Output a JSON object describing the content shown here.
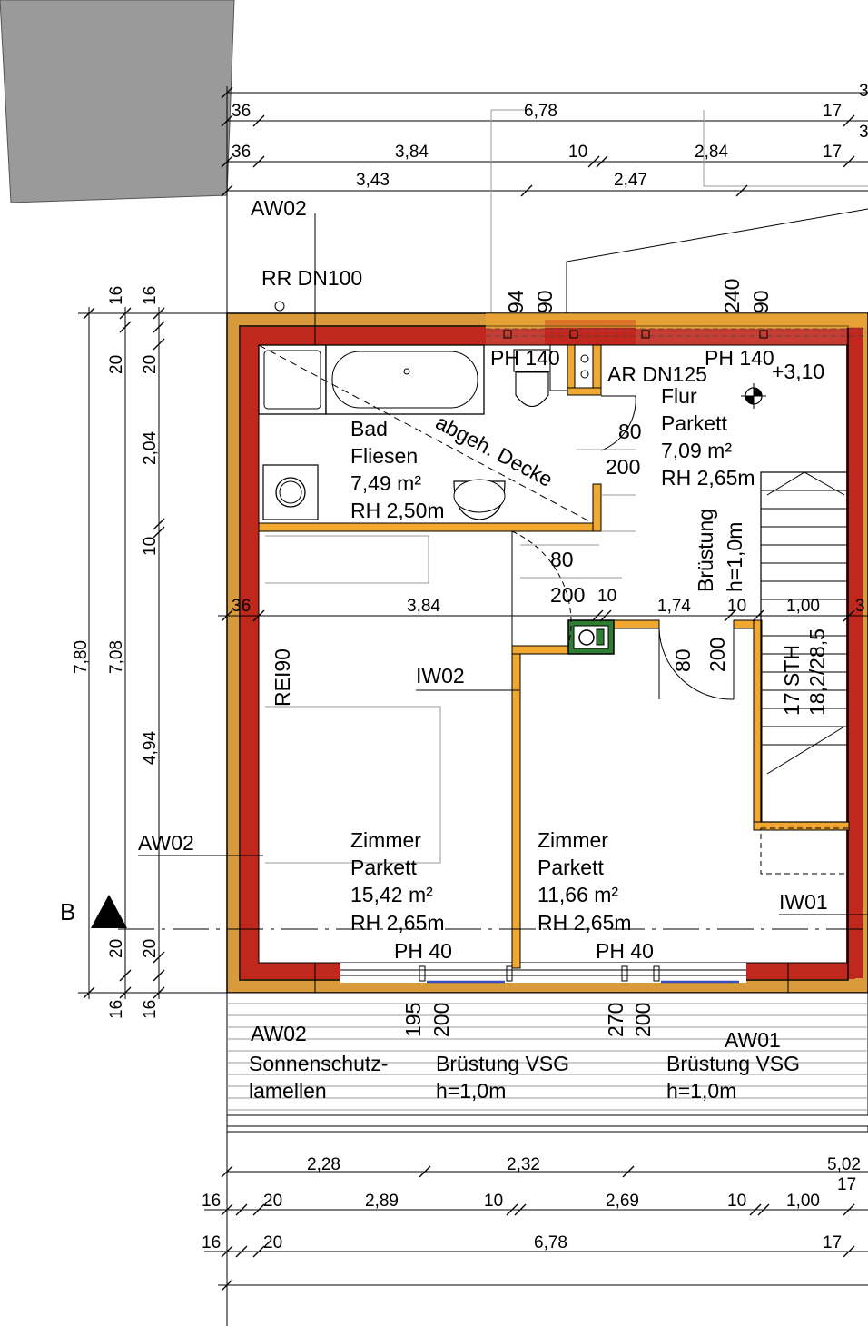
{
  "rooms": {
    "bad": {
      "name": "Bad",
      "floor": "Fliesen",
      "area": "7,49 m²",
      "height": "RH 2,50m"
    },
    "flur": {
      "name": "Flur",
      "floor": "Parkett",
      "area": "7,09 m²",
      "height": "RH 2,65m"
    },
    "zimmer1": {
      "name": "Zimmer",
      "floor": "Parkett",
      "area": "15,42 m²",
      "height": "RH 2,65m"
    },
    "zimmer2": {
      "name": "Zimmer",
      "floor": "Parkett",
      "area": "11,66 m²",
      "height": "RH 2,65m"
    }
  },
  "labels": {
    "aw02_top": "AW02",
    "rr_dn100": "RR DN100",
    "ph140_a": "PH 140",
    "ph140_b": "PH 140",
    "ar_dn125": "AR DN125",
    "level": "+3,10",
    "abgeh_decke": "abgeh. Decke",
    "door1_w": "80",
    "door1_h": "200",
    "door2_w": "80",
    "door2_h": "200",
    "door3_w": "80",
    "door3_h": "200",
    "bruestung": "Brüstung",
    "bruestung_h": "h=1,0m",
    "iw02": "IW02",
    "rei90": "REI90",
    "stair_count": "17 STH",
    "stair_ratio": "18,2/28,5",
    "aw02_left": "AW02",
    "section_b": "B",
    "iw01": "IW01",
    "ph40_a": "PH 40",
    "ph40_b": "PH 40",
    "aw02_bottom": "AW02",
    "aw01": "AW01",
    "sonnenschutz_1": "Sonnenschutz-",
    "sonnenschutz_2": "lamellen",
    "bruestung_vsg_1": "Brüstung VSG",
    "bruestung_vsg_1_h": "h=1,0m",
    "bruestung_vsg_2": "Brüstung VSG",
    "bruestung_vsg_2_h": "h=1,0m",
    "win_195": "195",
    "win_200a": "200",
    "win_270": "270",
    "win_200b": "200",
    "opening_94": "94",
    "opening_90a": "90",
    "opening_240": "240",
    "opening_90b": "90"
  },
  "dimensions": {
    "top_row1": [
      "36",
      "6,78",
      "17",
      "3"
    ],
    "top_row2": [
      "36",
      "3,84",
      "10",
      "2,84",
      "17",
      "3"
    ],
    "top_row3": [
      "3,43",
      "2,47"
    ],
    "mid_row": [
      "36",
      "3,84",
      "10",
      "1,74",
      "10",
      "1,00",
      "3"
    ],
    "bottom_row1": [
      "2,28",
      "2,32",
      "5,02"
    ],
    "bottom_row2": [
      "16",
      "20",
      "2,89",
      "10",
      "2,69",
      "10",
      "1,00",
      "17"
    ],
    "bottom_row3": [
      "16",
      "20",
      "6,78",
      "17"
    ],
    "left_outer": [
      "7,80"
    ],
    "left_mid": [
      "16",
      "20",
      "7,08",
      "20",
      "16"
    ],
    "left_inner": [
      "16",
      "20",
      "2,04",
      "10",
      "4,94",
      "20",
      "16"
    ]
  },
  "colors": {
    "wall_red": "#c0281e",
    "insulation_orange": "#f0a830",
    "wall_ochre": "#d89a3a",
    "dark_gray": "#9a9a9a",
    "shaft_green": "#2f7d32"
  }
}
